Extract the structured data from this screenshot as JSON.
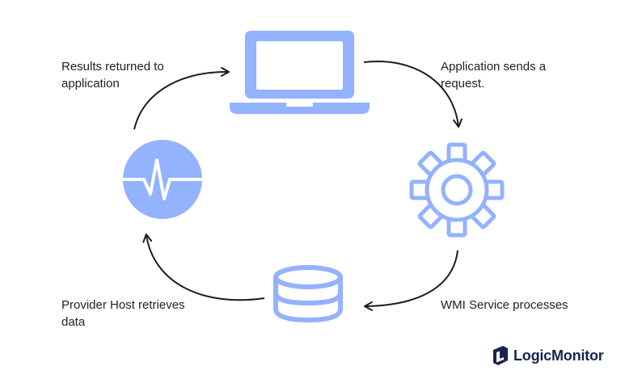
{
  "diagram": {
    "nodes": [
      {
        "id": "application",
        "icon": "laptop-icon"
      },
      {
        "id": "wmi-service",
        "icon": "gear-icon"
      },
      {
        "id": "database",
        "icon": "database-icon"
      },
      {
        "id": "provider-host",
        "icon": "pulse-icon"
      }
    ],
    "labels": {
      "app_sends": [
        "Application sends a",
        "request."
      ],
      "wmi_processes": [
        "WMI Service processes"
      ],
      "provider_retrieves": [
        "Provider Host retrieves",
        "data"
      ],
      "results_returned": [
        "Results returned to",
        "application"
      ]
    },
    "colors": {
      "icon_fill": "#93b2ff",
      "arrow": "#1e1e1e",
      "brand": "#1a2350"
    }
  },
  "brand": {
    "name": "LogicMonitor",
    "icon": "logicmonitor-logo-icon"
  }
}
